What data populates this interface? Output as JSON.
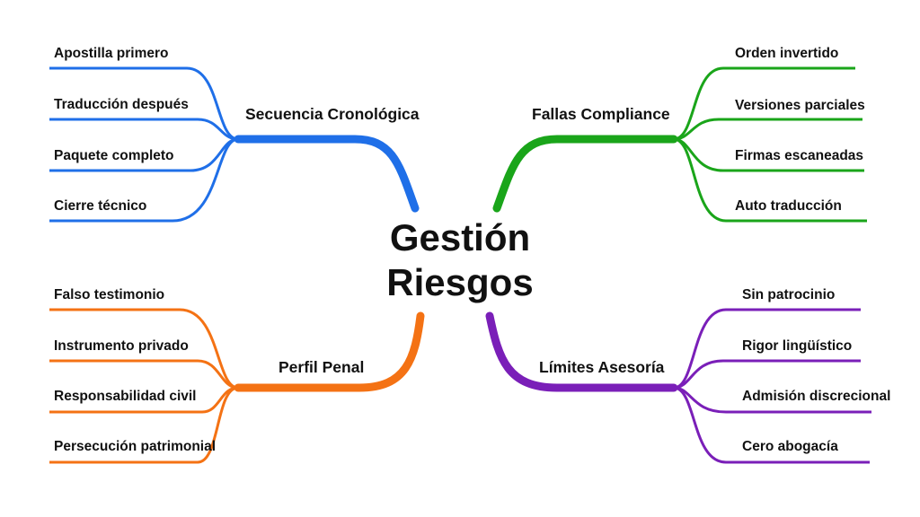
{
  "center": {
    "line1": "Gestión",
    "line2": "Riesgos"
  },
  "branches": [
    {
      "label": "Secuencia Cronológica",
      "color": "#1f6fe8",
      "leaves": [
        "Apostilla primero",
        "Traducción después",
        "Paquete completo",
        "Cierre técnico"
      ]
    },
    {
      "label": "Fallas Compliance",
      "color": "#1aa51a",
      "leaves": [
        "Orden invertido",
        "Versiones parciales",
        "Firmas escaneadas",
        "Auto traducción"
      ]
    },
    {
      "label": "Perfil Penal",
      "color": "#f47214",
      "leaves": [
        "Falso testimonio",
        "Instrumento privado",
        "Responsabilidad civil",
        "Persecución patrimonial"
      ]
    },
    {
      "label": "Límites Asesoría",
      "color": "#7a1fb8",
      "leaves": [
        "Sin patrocinio",
        "Rigor lingüístico",
        "Admisión discrecional",
        "Cero abogacía"
      ]
    }
  ]
}
